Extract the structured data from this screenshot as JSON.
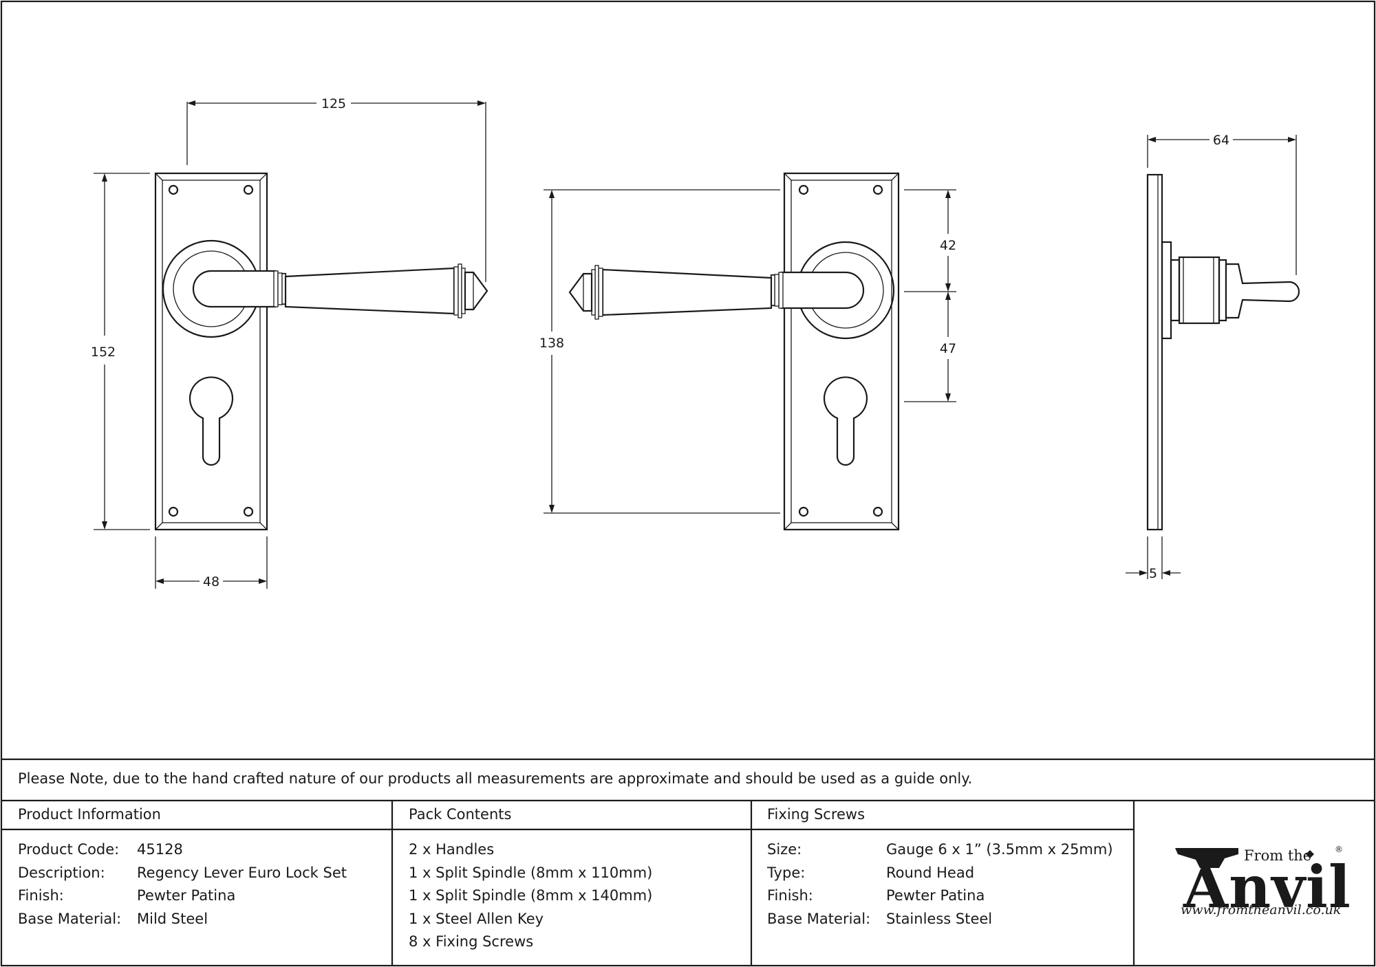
{
  "dimensions": {
    "front_width_top": "125",
    "front_height": "152",
    "front_plate_width": "48",
    "back_height": "138",
    "back_upper": "42",
    "back_lower": "47",
    "side_projection": "64",
    "side_thickness": "5"
  },
  "note": "Please Note, due to the hand crafted nature of our products all measurements are approximate and should be used as a guide only.",
  "product_info": {
    "header": "Product Information",
    "rows": [
      {
        "label": "Product Code:",
        "value": "45128"
      },
      {
        "label": "Description:",
        "value": "Regency Lever Euro Lock Set"
      },
      {
        "label": "Finish:",
        "value": "Pewter Patina"
      },
      {
        "label": "Base Material:",
        "value": "Mild Steel"
      }
    ]
  },
  "pack_contents": {
    "header": "Pack Contents",
    "items": [
      "2 x Handles",
      "1 x Split Spindle (8mm x 110mm)",
      "1 x Split Spindle (8mm x 140mm)",
      "1 x Steel Allen Key",
      "8 x Fixing Screws"
    ]
  },
  "fixing_screws": {
    "header": "Fixing Screws",
    "rows": [
      {
        "label": "Size:",
        "value": "Gauge 6 x 1” (3.5mm x 25mm)"
      },
      {
        "label": "Type:",
        "value": "Round Head"
      },
      {
        "label": "Finish:",
        "value": "Pewter Patina"
      },
      {
        "label": "Base Material:",
        "value": "Stainless Steel"
      }
    ]
  },
  "logo": {
    "from_the": "From the",
    "anvil": "Anvil",
    "url": "www.fromtheanvil.co.uk",
    "registered": "®"
  }
}
